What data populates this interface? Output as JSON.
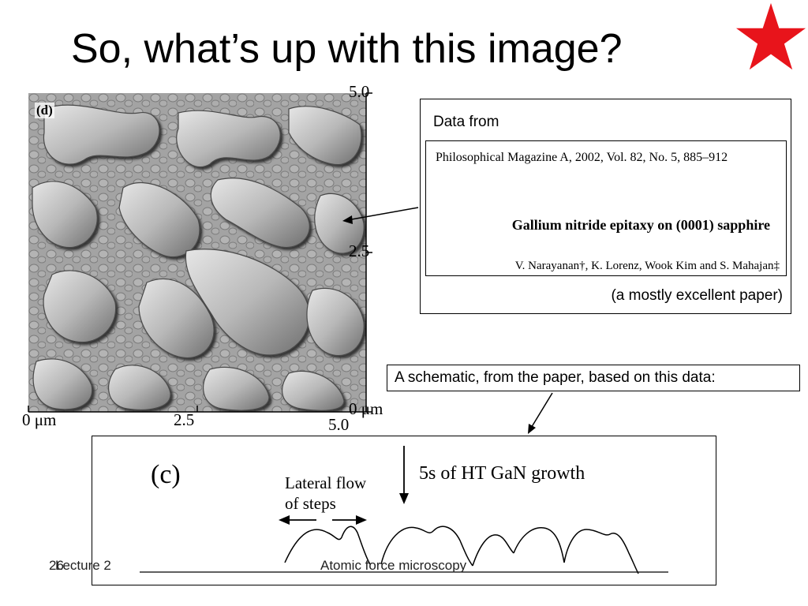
{
  "slide": {
    "title": "So, what’s up with this image?",
    "star_color": "#e8141b"
  },
  "afm_image": {
    "panel_label": "(d)",
    "x_ticks": [
      "0 μm",
      "2.5",
      "5.0"
    ],
    "y_ticks": [
      "5.0",
      "2.5",
      "0 μm"
    ]
  },
  "citation": {
    "data_from": "Data from",
    "journal": "Philosophical Magazine A, 2002, Vol. 82, No. 5, 885–912",
    "paper_title": "Gallium nitride epitaxy on (0001) sapphire",
    "authors": "V. Narayanan†, K. Lorenz, Wook Kim and S. Mahajan‡",
    "note": "(a mostly excellent paper)"
  },
  "schematic": {
    "caption": "A schematic, from the paper,  based on this data:",
    "panel_label": "(c)",
    "lateral_flow_line1": "Lateral flow",
    "lateral_flow_line2": "of steps",
    "growth_label": "5s of HT GaN growth"
  },
  "footer": {
    "slide_number": "26",
    "lecture": "Lecture 2",
    "topic": "Atomic force microscopy"
  }
}
